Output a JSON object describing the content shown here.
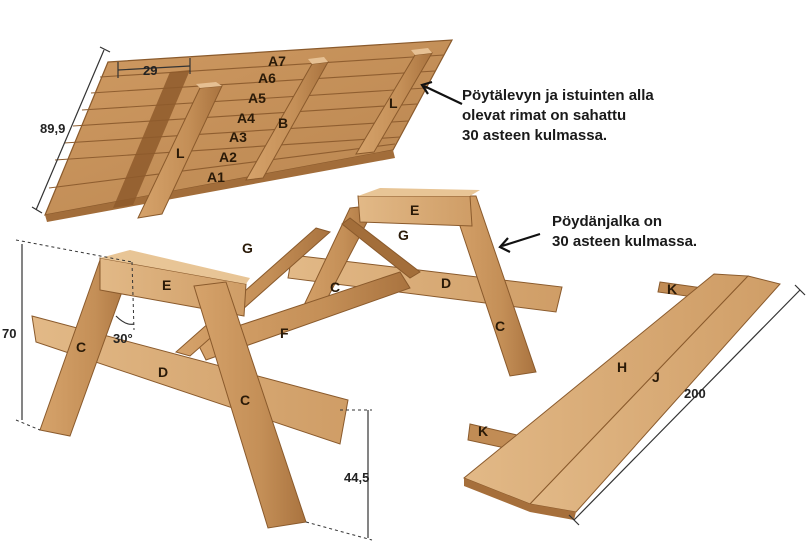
{
  "colors": {
    "wood_light": "#d9ad78",
    "wood_mid": "#c8955e",
    "wood_dark": "#a5703c",
    "wood_edge": "#8a5a2c",
    "ink": "#2a1a08"
  },
  "labels": {
    "A1": "A1",
    "A2": "A2",
    "A3": "A3",
    "A4": "A4",
    "A5": "A5",
    "A6": "A6",
    "A7": "A7",
    "B": "B",
    "L": "L",
    "C": "C",
    "D": "D",
    "E": "E",
    "F": "F",
    "G": "G",
    "H": "H",
    "J": "J",
    "K": "K"
  },
  "dimensions": {
    "top_width": "29",
    "top_depth": "89,9",
    "height": "70",
    "seat_height": "44,5",
    "angle": "30°",
    "bench_length": "200"
  },
  "notes": {
    "top_note": [
      "Pöytälevyn ja istuinten alla",
      "olevat rimat on sahattu",
      "30 asteen kulmassa."
    ],
    "leg_note": [
      "Pöydänjalka on",
      "30 asteen kulmassa."
    ]
  }
}
